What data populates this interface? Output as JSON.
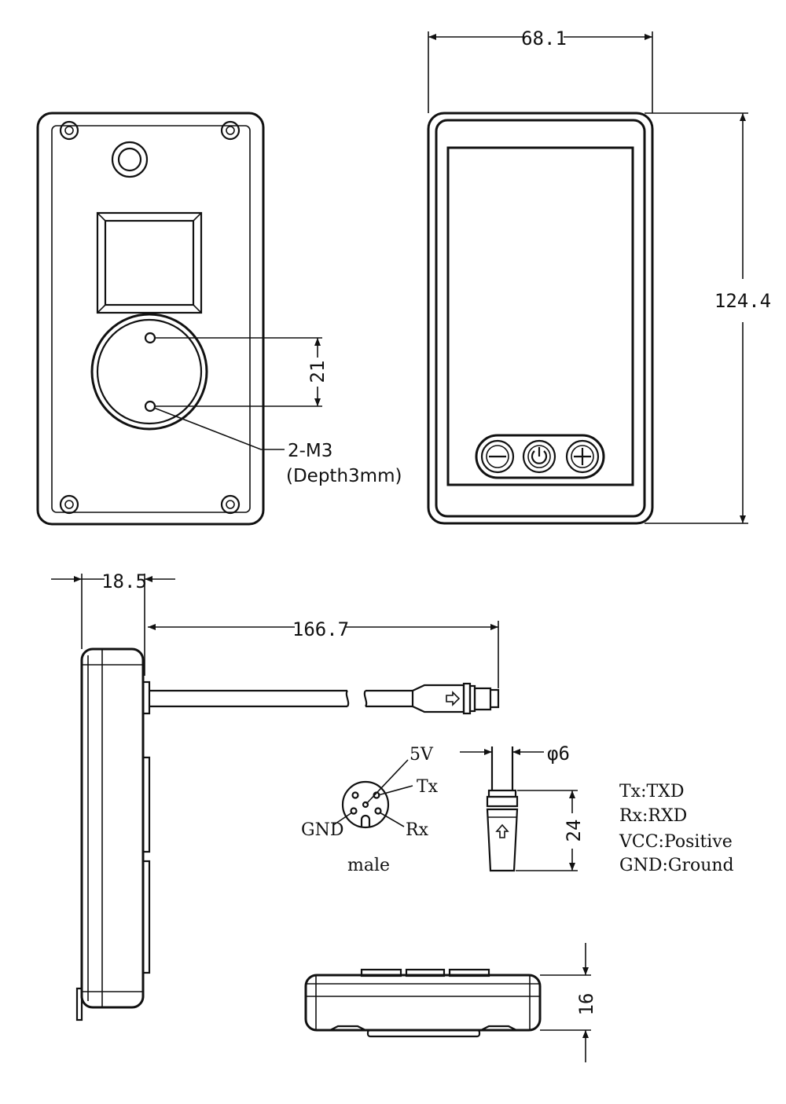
{
  "views": {
    "back": {
      "hole_spacing_label": "21",
      "thread_note_line1": "2-M3",
      "thread_note_line2": "(Depth3mm)"
    },
    "front": {
      "width_label": "68.1",
      "height_label": "124.4",
      "buttons": [
        "minus",
        "power",
        "plus"
      ]
    },
    "side": {
      "thickness_label": "18.5",
      "cable_length_label": "166.7"
    },
    "connector": {
      "pins": {
        "five_v": "5V",
        "tx": "Tx",
        "rx": "Rx",
        "gnd": "GND"
      },
      "gender": "male",
      "diameter_label": "φ6",
      "plug_length_label": "24"
    },
    "bottom": {
      "height_label": "16"
    }
  },
  "legend": [
    "Tx:TXD",
    "Rx:RXD",
    "VCC:Positive",
    "GND:Ground"
  ]
}
